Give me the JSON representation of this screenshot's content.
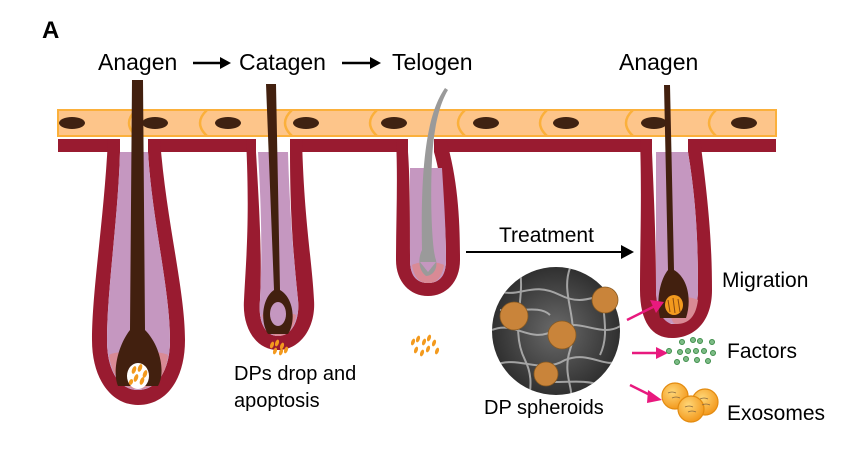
{
  "panel_label": "A",
  "stages": {
    "anagen": "Anagen",
    "catagen": "Catagen",
    "telogen": "Telogen",
    "anagen_after": "Anagen"
  },
  "labels": {
    "treatment": "Treatment",
    "dp_drop": "DPs drop and",
    "apoptosis": "apoptosis",
    "dp_spheroids": "DP spheroids",
    "migration": "Migration",
    "factors": "Factors",
    "exosomes": "Exosomes"
  },
  "colors": {
    "skin": "#FDC58A",
    "skin_border": "#FBB03B",
    "nucleus": "#3F2212",
    "follicle_wall": "#991B30",
    "sheath": "#C597C0",
    "bulb_pink": "#D98A95",
    "hair": "#42200F",
    "telogen_hair": "#9A9A9A",
    "dp_cells": "#F39A1E",
    "pink_arrow": "#E8197E",
    "factor_green": "#3E8E4A",
    "exosome": "#F7A823"
  }
}
